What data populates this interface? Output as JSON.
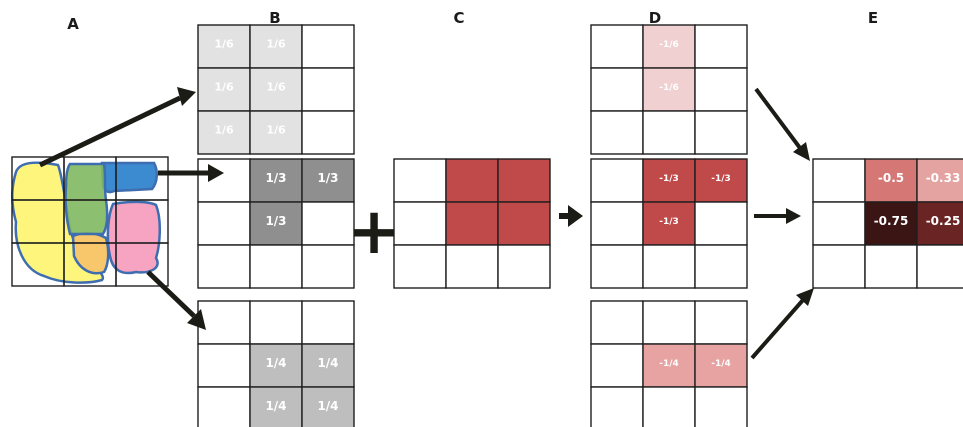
{
  "panels": {
    "A": "A",
    "B": "B",
    "C": "C",
    "D": "D",
    "E": "E"
  },
  "plus_symbol": "+",
  "colors": {
    "grid_line": "#1e1e1e",
    "arrow": "#1c1c16",
    "light_gray": "#e2e2e2",
    "mid_gray": "#8f8f8f",
    "gray_quarter": "#bebebe",
    "red": "#c04a4a",
    "pale_red": "#f0d0d0",
    "mid_pink": "#e7a2a2",
    "region_yellow": "#fdf57c",
    "region_green": "#7fb860",
    "region_blue": "#3c8ad0",
    "region_pink": "#f7a3c2",
    "region_orange": "#f9c76b",
    "region_outline": "#3e6db0",
    "e_cell_minus_0_5": "#d57774",
    "e_cell_minus_0_33": "#e4a3a1",
    "e_cell_minus_0_75": "#3b1414",
    "e_cell_minus_0_25": "#6a2424"
  },
  "grids": {
    "B_top": {
      "cells": [
        [
          "1/6",
          "1/6",
          ""
        ],
        [
          "1/6",
          "1/6",
          ""
        ],
        [
          "1/6",
          "1/6",
          ""
        ]
      ]
    },
    "B_middle": {
      "cells": [
        [
          "",
          "1/3",
          "1/3"
        ],
        [
          "",
          "1/3",
          ""
        ],
        [
          "",
          "",
          ""
        ]
      ]
    },
    "B_bottom": {
      "cells": [
        [
          "",
          "",
          ""
        ],
        [
          "",
          "1/4",
          "1/4"
        ],
        [
          "",
          "1/4",
          "1/4"
        ]
      ]
    },
    "C": {
      "cells": [
        [
          "",
          "",
          ""
        ],
        [
          "",
          "",
          ""
        ],
        [
          "",
          "",
          ""
        ]
      ]
    },
    "D_top": {
      "cells": [
        [
          "",
          "-1/6",
          ""
        ],
        [
          "",
          "-1/6",
          ""
        ],
        [
          "",
          "",
          ""
        ]
      ]
    },
    "D_middle": {
      "cells": [
        [
          "",
          "-1/3",
          "-1/3"
        ],
        [
          "",
          "-1/3",
          ""
        ],
        [
          "",
          "",
          ""
        ]
      ]
    },
    "D_bottom": {
      "cells": [
        [
          "",
          "",
          ""
        ],
        [
          "",
          "-1/4",
          "-1/4"
        ],
        [
          "",
          "",
          ""
        ]
      ]
    },
    "E": {
      "cells": [
        [
          "",
          "-0.5",
          "-0.33"
        ],
        [
          "",
          "-0.75",
          "-0.25"
        ],
        [
          "",
          "",
          ""
        ]
      ]
    }
  }
}
